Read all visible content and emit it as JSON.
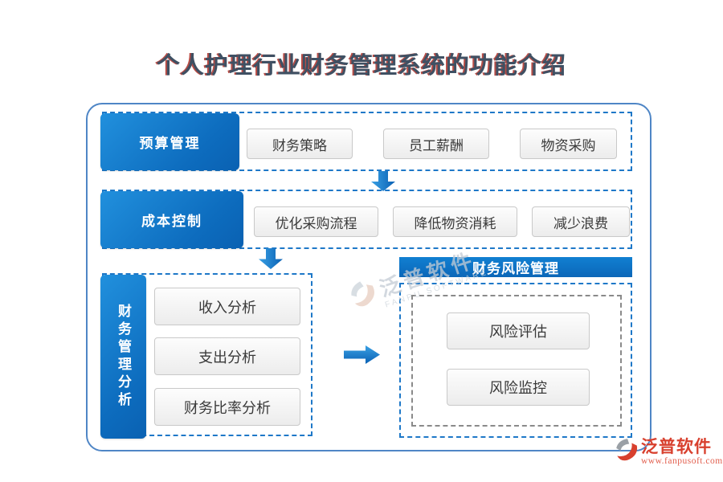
{
  "title": "个人护理行业财务管理系统的功能介绍",
  "colors": {
    "node_blue": "#0d6cbe",
    "node_blue_light": "#2190dd",
    "dashed_blue": "#1e78c8",
    "inner_dashed_gray": "#8a8a8a",
    "container_border": "#4f86c6",
    "title_text": "#3f5063",
    "title_fringe": "#b03a32",
    "button_bg": "#ececec",
    "brand_red": "#d8402e"
  },
  "flow": {
    "rows": [
      {
        "label": "预算管理",
        "items": [
          "财务策略",
          "员工薪酬",
          "物资采购"
        ]
      },
      {
        "label": "成本控制",
        "items": [
          "优化采购流程",
          "降低物资消耗",
          "减少浪费"
        ]
      },
      {
        "label": "财务管理分析",
        "items": [
          "收入分析",
          "支出分析",
          "财务比率分析"
        ]
      }
    ],
    "risk_panel": {
      "title": "财务风险管理",
      "items": [
        "风险评估",
        "风险监控"
      ]
    }
  },
  "watermark": {
    "brand": "泛普软件",
    "sub": "FANPU SOFTWARE"
  },
  "footer": {
    "brand": "泛普软件",
    "url": "www.fanpusoft.com"
  }
}
